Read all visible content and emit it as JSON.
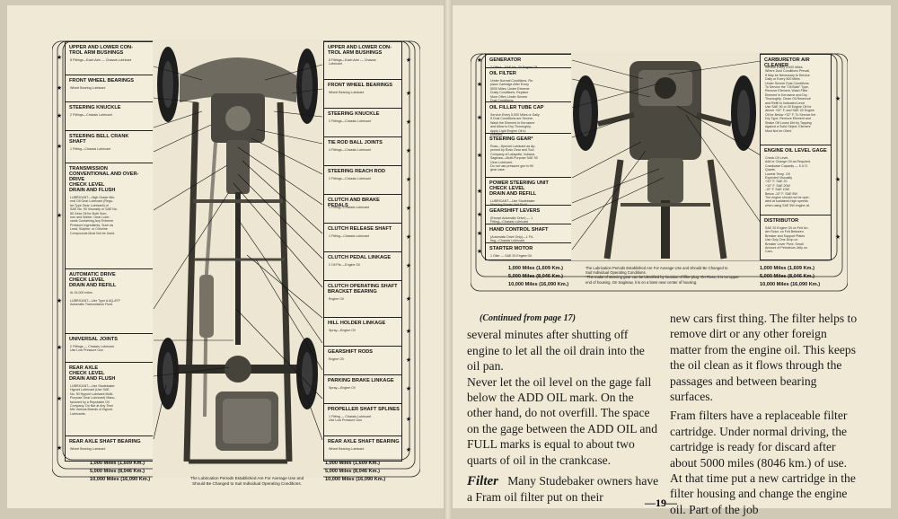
{
  "left_page": {
    "left_column": [
      {
        "title": "UPPER and LOWER CON-\nTROL ARM BUSHINGS",
        "note": "8 Fittings—Each Axle — Chassis Lubricant"
      },
      {
        "title": "FRONT WHEEL BEARINGS",
        "note": "Wheel Bearing Lubricant"
      },
      {
        "title": "STEERING KNUCKLE",
        "note": "2 Fittings—Chassis Lubricant"
      },
      {
        "title": "STEERING BELL CRANK\nSHAFT",
        "note": "1 Fitting—Chassis Lubricant"
      },
      {
        "title": "TRANSMISSION\nConventional and Over-\ndrive\nCHECK LEVEL\nDRAIN and FLUSH",
        "note": "LUBRICANT—High Grade Min-\neral Oil Gear Lubricant (Regu-\nlar Type Gear Lubricant) of\nSAE No. 90 Viscosity or SAE No.\n80 Gear Oil for Both Sum-\nmer and Winter. Gear Lubri-\ncants Containing Any Extreme\nPressure Ingredients, Such as\nLead, Sulphur, or Chlorine\nCompounds Must Not be Used."
      },
      {
        "title": "AUTOMATIC DRIVE\nCHECK LEVEL\nDRAIN and REFILL",
        "note": "At 15,000 miles\n\nLUBRICANT—Use Type A AQ-ATF\nAutomatic Transmission Fluid."
      },
      {
        "title": "UNIVERSAL JOINTS",
        "note": "2 Fittings — Chassis Lubricant\nUse Low Pressure Gun"
      },
      {
        "title": "REAR AXLE\nCHECK LEVEL\nDRAIN and FLUSH",
        "note": "LUBRICANT—Use Studebaker\nHypoid Lubricant (Use SAE\nNo. 90 Hypoid Lubricant Multi-\nPurpose Gear Lubricant) Manu-\nfactured by a Reputable Oil\nCompany. Do Not at Any Time\nMix Various Brands of Hypoid\nLubricants."
      },
      {
        "title": "REAR AXLE SHAFT BEARING",
        "note": "Wheel Bearing Lubricant"
      }
    ],
    "right_column": [
      {
        "title": "UPPER and LOWER CON-\nTROL ARM BUSHINGS",
        "note": "8 Fittings—Each Axle — Chassis\nLubricant"
      },
      {
        "title": "FRONT WHEEL BEARINGS",
        "note": "Wheel Bearing Lubricant"
      },
      {
        "title": "STEERING KNUCKLE",
        "note": "2 Fittings—Chassis Lubricant"
      },
      {
        "title": "TIE ROD BALL JOINTS",
        "note": "4 Fittings—Chassis Lubricant"
      },
      {
        "title": "STEERING REACH ROD",
        "note": "2 Fittings—Chassis Lubricant"
      },
      {
        "title": "CLUTCH and BRAKE PEDALS",
        "note": "1 Fitting—Chassis Lubricant"
      },
      {
        "title": "CLUTCH RELEASE SHAFT",
        "note": "1 Fitting—Chassis Lubricant"
      },
      {
        "title": "CLUTCH PEDAL LINKAGE",
        "note": "2 Oil Pts.—Engine Oil"
      },
      {
        "title": "CLUTCH OPERATING SHAFT\nBRACKET BEARING",
        "note": "Engine Oil"
      },
      {
        "title": "HILL HOLDER LINKAGE",
        "note": "Spray—Engine Oil"
      },
      {
        "title": "GEARSHIFT RODS",
        "note": "Engine Oil"
      },
      {
        "title": "PARKING BRAKE LINKAGE",
        "note": "Spray—Engine Oil"
      },
      {
        "title": "PROPELLER SHAFT SPLINES",
        "note": "1 Fitting — Chassis Lubricant\nUse Low Pressure Gun"
      },
      {
        "title": "REAR AXLE SHAFT BEARING",
        "note": "Wheel Bearing Lubricant"
      }
    ],
    "miles_left": [
      "1,000 Miles (1,609 Km.)",
      "5,000 Miles (8,046 Km.)",
      "10,000 Miles (16,090 Km.)"
    ],
    "miles_right": [
      "1,000 Miles (1,609 Km.)",
      "5,000 Miles (8,046 Km.)",
      "10,000 Miles (16,090 Km.)"
    ],
    "caption": "The Lubrication Periods Established Are For Average Use and\nShould Be Changed to Suit Individual Operating Conditions."
  },
  "right_page": {
    "left_column": [
      {
        "title": "GENERATOR",
        "note": "2 Oilers—SAE No. 20 Engine Oil."
      },
      {
        "title": "OIL FILTER",
        "note": "Under Normal Conditions, Re-\nplace Cartridge After Every\n5000 Miles. Under Extreme\nDusty Conditions, Replace\nMore Often Under Severe\nDust Conditions."
      },
      {
        "title": "OIL FILLER TUBE CAP",
        "note": "Service Every 5,000 Miles or Daily\nIf Dust Conditions are Severe.\nWash the Element in Kerosene\nand Allow to Dry Thoroughly.\nApply Light Engine Oil to\nElement."
      },
      {
        "title": "STEERING GEAR*",
        "note": "Ross—Special Lubricant as Ap-\nproved by Ross Gear and Tool\nCompany of Lafayette, Indiana.\nSaginaw—Multi-Purpose SAE 90\nGear Lubricant.\nDo not use pressure gun to fill\ngear case."
      },
      {
        "title": "POWER STEERING UNIT\nCHECK LEVEL\nDRAIN and REFILL",
        "note": "LUBRICANT—Use Studebaker\nSteering Power Unit Fluid."
      },
      {
        "title": "GEARSHIFT LEVERS",
        "note": "(Except Automatic Drive) — 1\nFitting—Chassis Lubricant"
      },
      {
        "title": "HAND CONTROL SHAFT",
        "note": "(Automatic Drive Only)—1 Fit-\nting—Chassis Lubricant"
      },
      {
        "title": "STARTER MOTOR",
        "note": "1 Oiler — SAE 20 Engine Oil."
      }
    ],
    "right_column": [
      {
        "title": "CARBURETOR AIR CLEANER",
        "note": "Service Every 5,000 Miles.\nWhere Dust Conditions Prevail,\nIt May be Necessary to Service\nDaily or Every 500 Miles\nUnder Severe Dust Conditions.\nTo Service the \"Oil Bath\" Type,\nRemove Element, Wash Filter\nElement in Kerosene and Dry\nThoroughly. Clean Oil Reservoir\nand Refill to Indicated Level\nUse SAE 50 or 30 Engine Oil for\nAbove +32° F, and SAE 20 Engine\nOil for Below +32° F. To Service the\nDry Type, Remove Element and\nShake Off Loose Dirt by Tapping\nAgainst a Solid Object. Element\nMust Not be Oiled."
      },
      {
        "title": "ENGINE OIL LEVEL GAGE",
        "note": "Check Oil Level.\nAdd or Change Oil as Required.\nCrankcase Capacity — 5 U.S.\nQuarts.\nLowest Temp.      Oil\nExpected          Viscosity\n+32° F.          SAE 20\n+10° F.          SAE 20W\n-10° F.          SAE 10W\nBelow -10° F.    SAE 5W\nThe engine should not be oper-\nated at sustained high speeds\nwhen using SAE 5W engine oil."
      },
      {
        "title": "DISTRIBUTOR",
        "note": "SAE 20 Engine Oil on Felt Un-\nder Rotor. on Felt Between\nBreaker and Support Plates\nUse Only One Drop on\nBreaker Lever Pivot. Small\nAmount of Petroleum Jelly on\nCam."
      }
    ],
    "miles": [
      "1,000 Miles (1,609 Km.)",
      "5,000 Miles (8,046 Km.)",
      "10,000 Miles (16,090 Km.)"
    ],
    "caption": "The Lubrication Periods Established Are For Average Use and Should Be Changed to\nSuit Individual Operating Conditions.\n*The make of steering gear can be identified by location of filler plug. On Ross, it is on upper\nend of housing. On Saginaw, it is on a boss near center of housing.",
    "continued": "(Continued from page 17)",
    "column1": [
      "several minutes after shutting off engine to let all the oil drain into the oil pan.",
      "Never let the oil level on the gage fall below the ADD OIL mark. On the other hand, do not overfill. The space on the gage between the ADD OIL and FULL marks is equal to about two quarts of oil in the crankcase."
    ],
    "filter_heading": "Filter",
    "filter_text": "Many Studebaker owners have a Fram oil filter put on their",
    "column2": [
      "new cars first thing. The filter helps to remove dirt or any other foreign matter from the engine oil. This keeps the oil clean as it flows through the passages and between bearing surfaces.",
      "Fram filters have a replaceable filter cartridge. Under normal driving, the cartridge is ready for discard after about 5000 miles (8046 km.) of use. At that time put a new cartridge in the filter housing and change the engine oil. Part of the job"
    ],
    "page_number": "—19—"
  }
}
